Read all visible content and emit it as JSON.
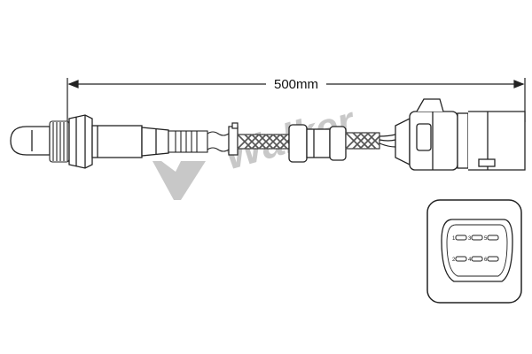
{
  "dimension": {
    "label": "500mm"
  },
  "watermark": {
    "brand": "Walker",
    "color": "#c8c8c8"
  },
  "connector": {
    "pins_top": [
      "1",
      "3",
      "5"
    ],
    "pins_bottom": [
      "2",
      "4",
      "6"
    ]
  },
  "colors": {
    "line": "#222222",
    "braid": "#555555"
  }
}
